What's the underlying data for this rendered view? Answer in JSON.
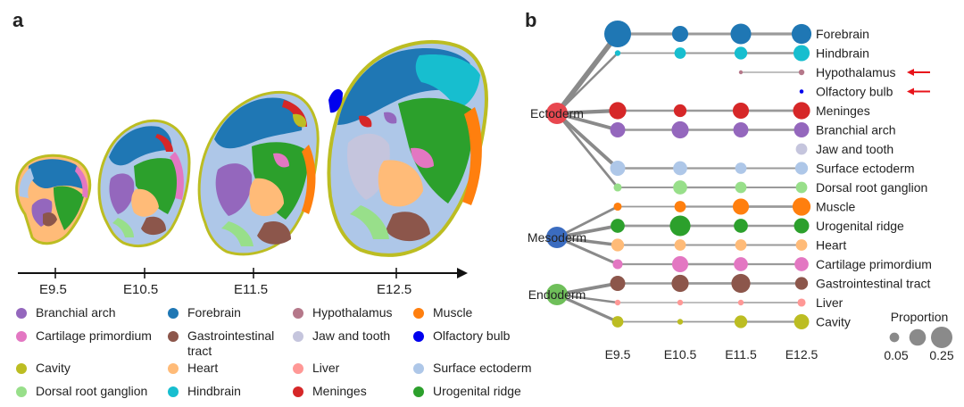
{
  "panel_a": {
    "letter": "a",
    "stages": [
      "E9.5",
      "E10.5",
      "E11.5",
      "E12.5"
    ],
    "legend": [
      {
        "label": "Branchial arch",
        "color": "#9467bd"
      },
      {
        "label": "Forebrain",
        "color": "#1f77b4"
      },
      {
        "label": "Hypothalamus",
        "color": "#b5788a"
      },
      {
        "label": "Muscle",
        "color": "#ff7f0e"
      },
      {
        "label": "Cartilage primordium",
        "color": "#e377c2"
      },
      {
        "label": "Gastrointestinal tract",
        "color": "#8c564b"
      },
      {
        "label": "Jaw and tooth",
        "color": "#c5c5dd"
      },
      {
        "label": "Olfactory bulb",
        "color": "#0000ee"
      },
      {
        "label": "Cavity",
        "color": "#bcbd22"
      },
      {
        "label": "Heart",
        "color": "#ffbb78"
      },
      {
        "label": "Liver",
        "color": "#ff9896"
      },
      {
        "label": "Surface ectoderm",
        "color": "#aec7e8"
      },
      {
        "label": "Dorsal root ganglion",
        "color": "#98df8a"
      },
      {
        "label": "Hindbrain",
        "color": "#17becf"
      },
      {
        "label": "Meninges",
        "color": "#d62728"
      },
      {
        "label": "Urogenital ridge",
        "color": "#2ca02c"
      }
    ]
  },
  "panel_b": {
    "letter": "b",
    "stages": [
      "E9.5",
      "E10.5",
      "E11.5",
      "E12.5"
    ],
    "germ_layers": [
      {
        "label": "Ectoderm",
        "color": "#e8474f"
      },
      {
        "label": "Mesoderm",
        "color": "#3b6cc0"
      },
      {
        "label": "Endoderm",
        "color": "#6fbf5a"
      }
    ],
    "tissues": [
      {
        "label": "Forebrain",
        "color": "#1f77b4",
        "layer": 0,
        "proportions": [
          0.22,
          0.08,
          0.13,
          0.12
        ]
      },
      {
        "label": "Hindbrain",
        "color": "#17becf",
        "layer": 0,
        "proportions": [
          0.01,
          0.04,
          0.05,
          0.08
        ]
      },
      {
        "label": "Hypothalamus",
        "color": "#b5788a",
        "layer": -1,
        "proportions": [
          0,
          0,
          0.003,
          0.01
        ]
      },
      {
        "label": "Olfactory bulb",
        "color": "#0000ee",
        "layer": -1,
        "proportions": [
          0,
          0,
          0,
          0.005
        ]
      },
      {
        "label": "Meninges",
        "color": "#d62728",
        "layer": 0,
        "proportions": [
          0.09,
          0.05,
          0.08,
          0.09
        ]
      },
      {
        "label": "Branchial arch",
        "color": "#9467bd",
        "layer": 0,
        "proportions": [
          0.07,
          0.09,
          0.07,
          0.07
        ]
      },
      {
        "label": "Jaw and tooth",
        "color": "#c5c5dd",
        "layer": -1,
        "proportions": [
          0,
          0,
          0,
          0.04
        ]
      },
      {
        "label": "Surface ectoderm",
        "color": "#aec7e8",
        "layer": 0,
        "proportions": [
          0.07,
          0.06,
          0.04,
          0.05
        ]
      },
      {
        "label": "Dorsal root ganglion",
        "color": "#98df8a",
        "layer": 0,
        "proportions": [
          0.02,
          0.06,
          0.04,
          0.04
        ]
      },
      {
        "label": "Muscle",
        "color": "#ff7f0e",
        "layer": 1,
        "proportions": [
          0.02,
          0.04,
          0.08,
          0.1
        ]
      },
      {
        "label": "Urogenital ridge",
        "color": "#2ca02c",
        "layer": 1,
        "proportions": [
          0.06,
          0.13,
          0.06,
          0.07
        ]
      },
      {
        "label": "Heart",
        "color": "#ffbb78",
        "layer": 1,
        "proportions": [
          0.05,
          0.04,
          0.04,
          0.04
        ]
      },
      {
        "label": "Cartilage primordium",
        "color": "#e377c2",
        "layer": 1,
        "proportions": [
          0.03,
          0.08,
          0.06,
          0.06
        ]
      },
      {
        "label": "Gastrointestinal tract",
        "color": "#8c564b",
        "layer": 2,
        "proportions": [
          0.07,
          0.09,
          0.11,
          0.05
        ]
      },
      {
        "label": "Liver",
        "color": "#ff9896",
        "layer": 2,
        "proportions": [
          0.01,
          0.01,
          0.01,
          0.02
        ]
      },
      {
        "label": "Cavity",
        "color": "#bcbd22",
        "layer": 2,
        "proportions": [
          0.04,
          0.01,
          0.05,
          0.07
        ]
      }
    ],
    "highlighted": [
      "Hypothalamus",
      "Olfactory bulb"
    ],
    "arrow_color": "#e8141b",
    "size_legend": {
      "title": "Proportion",
      "labels": [
        "0.05",
        "0.25"
      ],
      "values": [
        0.05,
        0.15,
        0.25
      ]
    }
  }
}
